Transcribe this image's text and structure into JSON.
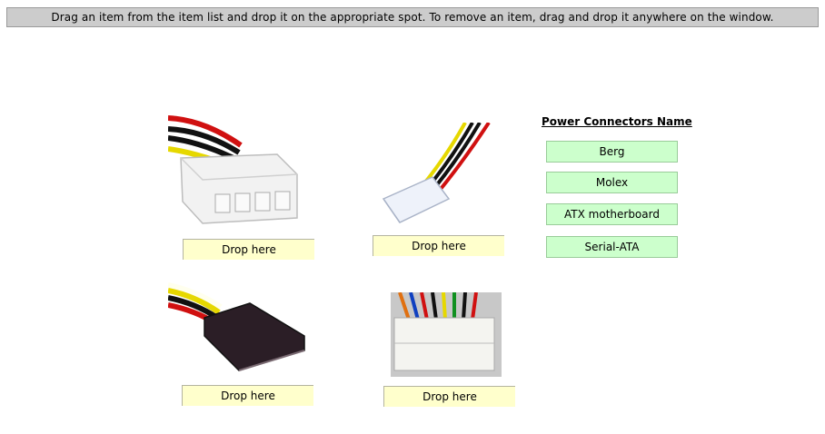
{
  "instruction": "Drag an item from the item list and drop it on the appropriate spot. To remove an item, drag and drop it anywhere on the window.",
  "drop_zones": [
    {
      "label": "Drop here"
    },
    {
      "label": "Drop here"
    },
    {
      "label": "Drop here"
    },
    {
      "label": "Drop here"
    }
  ],
  "item_list": {
    "heading": "Power Connectors Name",
    "items": [
      {
        "label": "Berg"
      },
      {
        "label": "Molex"
      },
      {
        "label": "ATX motherboard"
      },
      {
        "label": "Serial-ATA"
      }
    ]
  },
  "colors": {
    "drop_zone": "#ffffcc",
    "drag_item": "#ccffcc",
    "instruction_bar": "#cccccc"
  }
}
